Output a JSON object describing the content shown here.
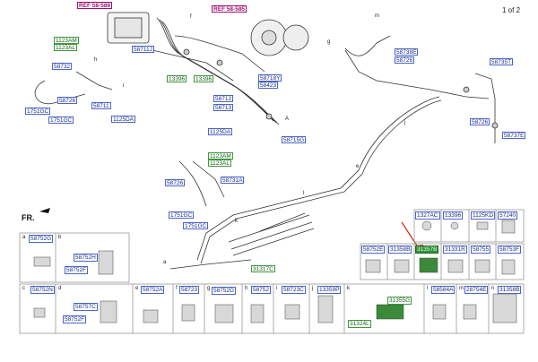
{
  "page": {
    "indicator": "1 of 2",
    "front_marker": "FR."
  },
  "references": {
    "ref_left": "REF 58-589",
    "ref_right": "REF 58-585"
  },
  "parts": {
    "p1123AM_a": "1123AM",
    "p1123AL_a": "1123AL",
    "p58732": "58732",
    "p58726_a": "58726",
    "p1751GC_a": "1751GC",
    "p1751GC_b": "1751GC",
    "p58711": "58711",
    "p1125DA_a": "1125DA",
    "p58711J": "58711J",
    "p13396_a": "13396",
    "p13396_b": "13396",
    "p58718Y": "58718Y",
    "p58423": "58423",
    "p58712": "58712",
    "p58713": "58713",
    "p1125DA_b": "1125DA",
    "p58715G": "58715G",
    "p1123AM_b": "1123AM",
    "p1123AL_b": "1123AL",
    "p58731A": "58731A",
    "p58726_b": "58726",
    "p1751GC_c": "1751GC",
    "p1751GC_d": "1751GC",
    "p58738E": "58738E",
    "p58726_c": "58726",
    "p58735T": "58735T",
    "p58726_d": "58726",
    "p58737E": "58737E",
    "p31317C": "31317C"
  },
  "callouts": [
    "m",
    "g",
    "f",
    "h",
    "i",
    "a",
    "b",
    "c",
    "d",
    "e",
    "j",
    "k",
    "l",
    "A"
  ],
  "grid_top": {
    "cells": [
      "1327AC",
      "13396",
      "1125KD",
      "57240"
    ],
    "cells2": [
      "58752E",
      "31358B",
      "31357B",
      "31331R",
      "58755",
      "58753F"
    ]
  },
  "grid_bottom": {
    "a_cell": [
      "a",
      "58752G"
    ],
    "b_cell": [
      "b",
      "58752H",
      "58752F"
    ],
    "c_cell": [
      "c",
      "58752N"
    ],
    "d_cell": [
      "d",
      "58757C",
      "58752F"
    ],
    "e_cell": [
      "e",
      "58752A"
    ],
    "f_cell": [
      "f",
      "58723"
    ],
    "g_cell": [
      "g",
      "58752D"
    ],
    "h_cell": [
      "h",
      "58752"
    ],
    "i_cell": [
      "i",
      "58723C"
    ],
    "j_cell": [
      "j",
      "13359P"
    ],
    "k_cell": [
      "k",
      "31355G",
      "31324L"
    ],
    "l_cell": [
      "l",
      "58584A"
    ],
    "m_cell": [
      "m",
      "28754E"
    ],
    "n_cell": [
      "n",
      "31358B"
    ]
  }
}
